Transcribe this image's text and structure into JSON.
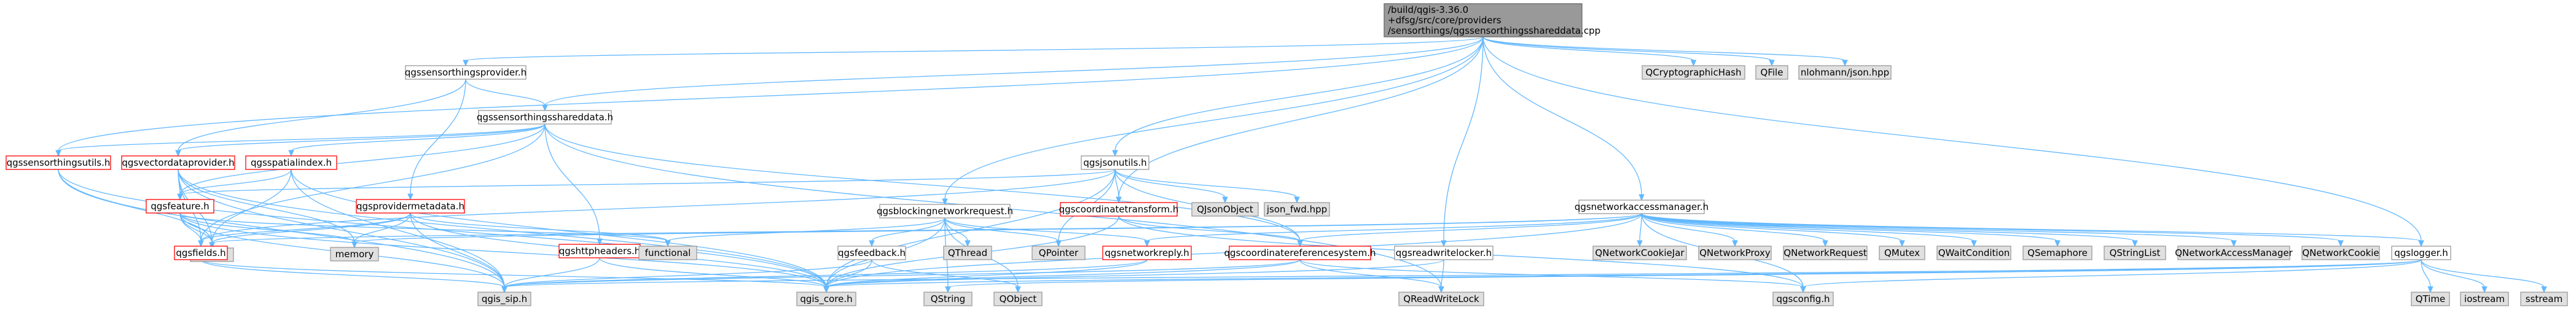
{
  "palette": {
    "root_fill": "#999999",
    "root_border": "#666666",
    "file_fill": "#ffffff",
    "file_border": "#ff0000",
    "file_border_plain": "#999999",
    "external_fill": "#e0e0e0",
    "external_border": "#999999",
    "edge": "#63B8FF"
  },
  "nodes": [
    {
      "id": "root",
      "kind": "root",
      "lines": [
        "/build/qgis-3.36.0",
        "+dfsg/src/core/providers",
        "/sensorthings/qgssensorthingsshareddata.cpp"
      ]
    },
    {
      "id": "provider_h",
      "kind": "plain",
      "lines": [
        "qgssensorthingsprovider.h"
      ]
    },
    {
      "id": "crypto",
      "kind": "external",
      "lines": [
        "QCryptographicHash"
      ]
    },
    {
      "id": "qfile",
      "kind": "external",
      "lines": [
        "QFile"
      ]
    },
    {
      "id": "nlohmann",
      "kind": "external",
      "lines": [
        "nlohmann/json.hpp"
      ]
    },
    {
      "id": "shared_h",
      "kind": "plain",
      "lines": [
        "qgssensorthingsshareddata.h"
      ]
    },
    {
      "id": "utils_h",
      "kind": "file",
      "lines": [
        "qgssensorthingsutils.h"
      ]
    },
    {
      "id": "vdp_h",
      "kind": "file",
      "lines": [
        "qgsvectordataprovider.h"
      ]
    },
    {
      "id": "spatialindex_h",
      "kind": "file",
      "lines": [
        "qgsspatialindex.h"
      ]
    },
    {
      "id": "jsonutils_h",
      "kind": "plain",
      "lines": [
        "qgsjsonutils.h"
      ]
    },
    {
      "id": "nam_h",
      "kind": "plain",
      "lines": [
        "qgsnetworkaccessmanager.h"
      ]
    },
    {
      "id": "feature_h",
      "kind": "file",
      "lines": [
        "qgsfeature.h"
      ]
    },
    {
      "id": "provmeta_h",
      "kind": "file",
      "lines": [
        "qgsprovidermetadata.h"
      ]
    },
    {
      "id": "blocking_h",
      "kind": "plain",
      "lines": [
        "qgsblockingnetworkrequest.h"
      ]
    },
    {
      "id": "coordtrans_h",
      "kind": "file",
      "lines": [
        "qgscoordinatetransform.h"
      ]
    },
    {
      "id": "qjsonobject",
      "kind": "external",
      "lines": [
        "QJsonObject"
      ]
    },
    {
      "id": "jsonfwd",
      "kind": "external",
      "lines": [
        "json_fwd.hpp"
      ]
    },
    {
      "id": "qlist",
      "kind": "external",
      "lines": [
        "QList"
      ]
    },
    {
      "id": "memory",
      "kind": "external",
      "lines": [
        "memory"
      ]
    },
    {
      "id": "qgsfields_h",
      "kind": "file",
      "lines": [
        "qgsfields.h"
      ]
    },
    {
      "id": "httpheaders_h",
      "kind": "file",
      "lines": [
        "qgshttpheaders.h"
      ]
    },
    {
      "id": "functional",
      "kind": "external",
      "lines": [
        "functional"
      ]
    },
    {
      "id": "feedback_h",
      "kind": "plain",
      "lines": [
        "qgsfeedback.h"
      ]
    },
    {
      "id": "qthread",
      "kind": "external",
      "lines": [
        "QThread"
      ]
    },
    {
      "id": "qpointer",
      "kind": "external",
      "lines": [
        "QPointer"
      ]
    },
    {
      "id": "netreply_h",
      "kind": "file",
      "lines": [
        "qgsnetworkreply.h"
      ]
    },
    {
      "id": "crs_h",
      "kind": "file",
      "lines": [
        "qgscoordinatereferencesystem.h"
      ]
    },
    {
      "id": "rwlocker_h",
      "kind": "plain",
      "lines": [
        "qgsreadwritelocker.h"
      ]
    },
    {
      "id": "cookiejar",
      "kind": "external",
      "lines": [
        "QNetworkCookieJar"
      ]
    },
    {
      "id": "netproxy",
      "kind": "external",
      "lines": [
        "QNetworkProxy"
      ]
    },
    {
      "id": "netrequest",
      "kind": "external",
      "lines": [
        "QNetworkRequest"
      ]
    },
    {
      "id": "qmutex",
      "kind": "external",
      "lines": [
        "QMutex"
      ]
    },
    {
      "id": "waitcond",
      "kind": "external",
      "lines": [
        "QWaitCondition"
      ]
    },
    {
      "id": "semaphore",
      "kind": "external",
      "lines": [
        "QSemaphore"
      ]
    },
    {
      "id": "stringlist",
      "kind": "external",
      "lines": [
        "QStringList"
      ]
    },
    {
      "id": "qnam",
      "kind": "external",
      "lines": [
        "QNetworkAccessManager"
      ]
    },
    {
      "id": "cookie",
      "kind": "external",
      "lines": [
        "QNetworkCookie"
      ]
    },
    {
      "id": "logger_h",
      "kind": "plain",
      "lines": [
        "qgslogger.h"
      ]
    },
    {
      "id": "qgis_sip",
      "kind": "external",
      "lines": [
        "qgis_sip.h"
      ]
    },
    {
      "id": "qgis_core",
      "kind": "external",
      "lines": [
        "qgis_core.h"
      ]
    },
    {
      "id": "qstring",
      "kind": "external",
      "lines": [
        "QString"
      ]
    },
    {
      "id": "qobject",
      "kind": "external",
      "lines": [
        "QObject"
      ]
    },
    {
      "id": "readwritelock",
      "kind": "external",
      "lines": [
        "QReadWriteLock"
      ]
    },
    {
      "id": "qgsconfig",
      "kind": "external",
      "lines": [
        "qgsconfig.h"
      ]
    },
    {
      "id": "qtime",
      "kind": "external",
      "lines": [
        "QTime"
      ]
    },
    {
      "id": "iostream",
      "kind": "external",
      "lines": [
        "iostream"
      ]
    },
    {
      "id": "sstream",
      "kind": "external",
      "lines": [
        "sstream"
      ]
    }
  ],
  "edges": [
    [
      "root",
      "provider_h"
    ],
    [
      "root",
      "crypto"
    ],
    [
      "root",
      "qfile"
    ],
    [
      "root",
      "nlohmann"
    ],
    [
      "root",
      "shared_h"
    ],
    [
      "root",
      "utils_h"
    ],
    [
      "root",
      "jsonutils_h"
    ],
    [
      "root",
      "nam_h"
    ],
    [
      "root",
      "blocking_h"
    ],
    [
      "root",
      "rwlocker_h"
    ],
    [
      "root",
      "logger_h"
    ],
    [
      "root",
      "coordtrans_h"
    ],
    [
      "provider_h",
      "shared_h"
    ],
    [
      "provider_h",
      "vdp_h"
    ],
    [
      "provider_h",
      "provmeta_h"
    ],
    [
      "shared_h",
      "utils_h"
    ],
    [
      "shared_h",
      "vdp_h"
    ],
    [
      "shared_h",
      "spatialindex_h"
    ],
    [
      "shared_h",
      "feature_h"
    ],
    [
      "shared_h",
      "qgsfields_h"
    ],
    [
      "shared_h",
      "httpheaders_h"
    ],
    [
      "shared_h",
      "crs_h"
    ],
    [
      "shared_h",
      "readwritelock"
    ],
    [
      "utils_h",
      "qgis_sip"
    ],
    [
      "utils_h",
      "qgis_core"
    ],
    [
      "utils_h",
      "qlist"
    ],
    [
      "vdp_h",
      "qgis_core"
    ],
    [
      "vdp_h",
      "qgis_sip"
    ],
    [
      "vdp_h",
      "qlist"
    ],
    [
      "vdp_h",
      "feature_h"
    ],
    [
      "vdp_h",
      "qgsfields_h"
    ],
    [
      "vdp_h",
      "memory"
    ],
    [
      "spatialindex_h",
      "qgis_sip"
    ],
    [
      "spatialindex_h",
      "qgis_core"
    ],
    [
      "spatialindex_h",
      "qlist"
    ],
    [
      "spatialindex_h",
      "feature_h"
    ],
    [
      "jsonutils_h",
      "feature_h"
    ],
    [
      "jsonutils_h",
      "coordtrans_h"
    ],
    [
      "jsonutils_h",
      "crs_h"
    ],
    [
      "jsonutils_h",
      "qpointer"
    ],
    [
      "jsonutils_h",
      "qjsonobject"
    ],
    [
      "jsonutils_h",
      "jsonfwd"
    ],
    [
      "jsonutils_h",
      "qgis_core"
    ],
    [
      "jsonutils_h",
      "qgsfields_h"
    ],
    [
      "feature_h",
      "qgis_core"
    ],
    [
      "feature_h",
      "qgis_sip"
    ],
    [
      "feature_h",
      "qlist"
    ],
    [
      "feature_h",
      "memory"
    ],
    [
      "feature_h",
      "qgsfields_h"
    ],
    [
      "feature_h",
      "functional"
    ],
    [
      "provmeta_h",
      "qgis_sip"
    ],
    [
      "provmeta_h",
      "qgis_core"
    ],
    [
      "provmeta_h",
      "qgsfields_h"
    ],
    [
      "provmeta_h",
      "memory"
    ],
    [
      "provmeta_h",
      "functional"
    ],
    [
      "provmeta_h",
      "qlist"
    ],
    [
      "qgsfields_h",
      "qgis_core"
    ],
    [
      "qgsfields_h",
      "qgis_sip"
    ],
    [
      "httpheaders_h",
      "qgis_core"
    ],
    [
      "httpheaders_h",
      "qgis_sip"
    ],
    [
      "blocking_h",
      "qgis_core"
    ],
    [
      "blocking_h",
      "feedback_h"
    ],
    [
      "blocking_h",
      "qthread"
    ],
    [
      "blocking_h",
      "qpointer"
    ],
    [
      "blocking_h",
      "netreply_h"
    ],
    [
      "blocking_h",
      "qstring"
    ],
    [
      "blocking_h",
      "qobject"
    ],
    [
      "blocking_h",
      "functional"
    ],
    [
      "feedback_h",
      "qgis_core"
    ],
    [
      "feedback_h",
      "qobject"
    ],
    [
      "feedback_h",
      "qgis_sip"
    ],
    [
      "coordtrans_h",
      "crs_h"
    ],
    [
      "coordtrans_h",
      "qgsconfig"
    ],
    [
      "coordtrans_h",
      "qgis_core"
    ],
    [
      "crs_h",
      "qgis_core"
    ],
    [
      "crs_h",
      "qgis_sip"
    ],
    [
      "crs_h",
      "qgsconfig"
    ],
    [
      "crs_h",
      "readwritelock"
    ],
    [
      "netreply_h",
      "qgis_core"
    ],
    [
      "netreply_h",
      "qgis_sip"
    ],
    [
      "rwlocker_h",
      "qgis_core"
    ],
    [
      "rwlocker_h",
      "readwritelock"
    ],
    [
      "nam_h",
      "qgsnetworkreply_placeholder"
    ],
    [
      "nam_h",
      "netreply_h"
    ],
    [
      "nam_h",
      "cookiejar"
    ],
    [
      "nam_h",
      "netproxy"
    ],
    [
      "nam_h",
      "netrequest"
    ],
    [
      "nam_h",
      "qmutex"
    ],
    [
      "nam_h",
      "waitcond"
    ],
    [
      "nam_h",
      "semaphore"
    ],
    [
      "nam_h",
      "stringlist"
    ],
    [
      "nam_h",
      "qnam"
    ],
    [
      "nam_h",
      "cookie"
    ],
    [
      "nam_h",
      "qgis_core"
    ],
    [
      "nam_h",
      "qgsconfig"
    ],
    [
      "nam_h",
      "qlist"
    ],
    [
      "nam_h",
      "memory"
    ],
    [
      "nam_h",
      "crs_h"
    ],
    [
      "nam_h",
      "logger_h"
    ],
    [
      "logger_h",
      "qgis_core"
    ],
    [
      "logger_h",
      "qgsconfig"
    ],
    [
      "logger_h",
      "qtime"
    ],
    [
      "logger_h",
      "iostream"
    ],
    [
      "logger_h",
      "sstream"
    ],
    [
      "logger_h",
      "qgis_sip"
    ],
    [
      "logger_h",
      "qstring"
    ]
  ]
}
